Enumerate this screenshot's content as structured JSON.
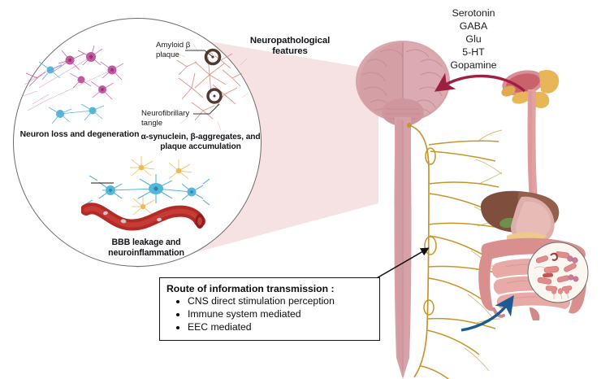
{
  "figure": {
    "kind": "gut-brain-axis-diagram",
    "background": "#ffffff"
  },
  "magnifier": {
    "name": "neuropathological-features-magnifier",
    "callout_label": "Neuropathological features",
    "panels": [
      {
        "id": "neuron-loss",
        "caption": "Neuron loss and degeneration"
      },
      {
        "id": "aggregates",
        "caption": "α-synuclein, β-aggregates, and plaque accumulation"
      },
      {
        "id": "bbb",
        "caption": "BBB leakage and neuroinflammation"
      }
    ],
    "annotations": [
      {
        "id": "amyloid",
        "text": "Amyloid β plaque"
      },
      {
        "id": "tangle",
        "text": "Neurofibrillary tangle"
      }
    ]
  },
  "neurotransmitters": {
    "title": "neurotransmitter-list",
    "items": [
      "Serotonin",
      "GABA",
      "Glu",
      "5-HT",
      "Gopamine"
    ]
  },
  "route_box": {
    "title": "Route of information transmission :",
    "items": [
      "CNS direct stimulation perception",
      "Immune system mediated",
      "EEC mediated"
    ]
  },
  "anatomy": {
    "brain": "brain-illustration",
    "spinal_cord": "spinal-cord-illustration",
    "sympathetic_chain": "sympathetic-nerve-chain",
    "oral_cavity": "oral-cavity-salivary-glands",
    "esophagus": "esophagus",
    "liver": "liver",
    "stomach": "stomach",
    "intestines": "intestines",
    "microbiota_inset": "gut-microbiota-inset"
  },
  "arrows": {
    "gut_to_brain": {
      "name": "gut-to-brain-arrow",
      "color": "#9e1f40"
    },
    "brain_to_gut": {
      "name": "brain-to-gut-arrow",
      "color": "#1b5a93"
    },
    "route_pointer": {
      "name": "route-box-pointer-line",
      "color": "#111111"
    }
  },
  "colors": {
    "brain_pink": "#d6a2a8",
    "brain_pink_dark": "#c18e96",
    "nerve_gold": "#c8952a",
    "crimson": "#9e1f40",
    "blue": "#1b5a93",
    "cone_pink": "#f2d9dc",
    "vessel_red": "#b42a27",
    "neuron_cyan": "#56b6d8",
    "neuron_magenta": "#c0529c",
    "plaque_salmon": "#e09086",
    "microglia_gold": "#eebc57",
    "liver_brown": "#8a5743",
    "intestine_pink": "#e2a0a0"
  }
}
